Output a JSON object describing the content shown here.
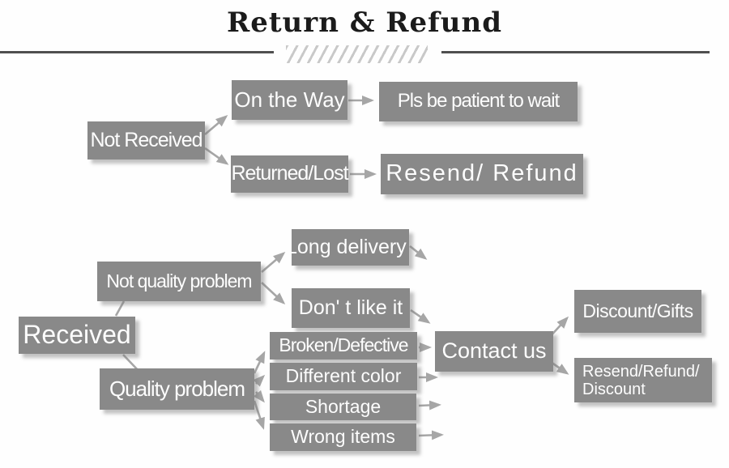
{
  "title": "Return & Refund",
  "colors": {
    "box": "#898989",
    "box_text": "#ffffff",
    "arrow": "#a6a6a6",
    "title_text": "#1b1b1b",
    "divider": "#4f4f4f",
    "hatch": "#c9c9c9"
  },
  "nodes": {
    "not_received": "Not Received",
    "on_the_way": "On the Way",
    "pls_be_patient": "Pls be patient to wait",
    "returned_lost": "Returned/Lost",
    "resend_refund": "Resend/ Refund",
    "received": "Received",
    "not_quality_problem": "Not quality problem",
    "long_delivery": "Long delivery",
    "dont_like_it": "Don' t like it",
    "quality_problem": "Quality problem",
    "broken_defective": "Broken/Defective",
    "different_color": "Different color",
    "shortage": "Shortage",
    "wrong_items": "Wrong items",
    "contact_us": "Contact us",
    "discount_gifts": "Discount/Gifts",
    "resend_refund_discount": {
      "line1": "Resend/Refund/",
      "line2": "Discount"
    }
  }
}
